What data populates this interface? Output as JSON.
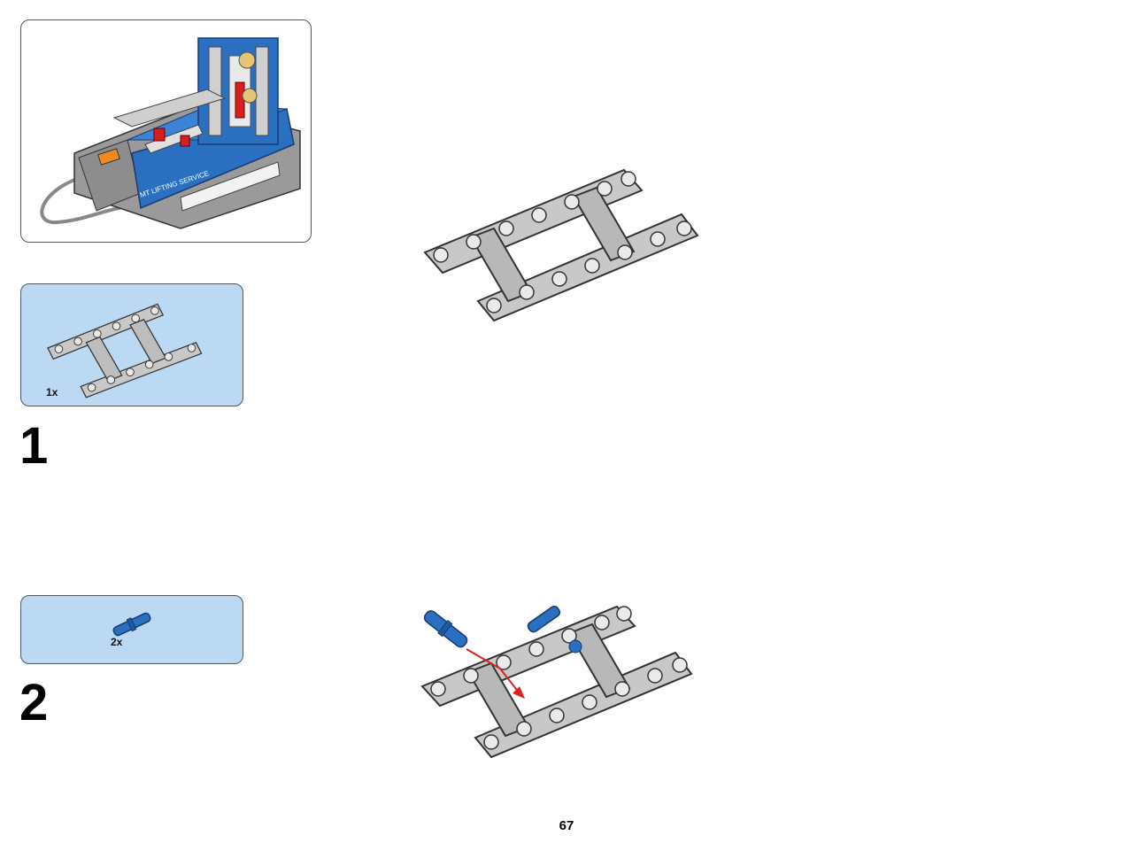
{
  "overview": {
    "decal_text": "MT LIFTING SERVICE"
  },
  "steps": [
    {
      "number": "1",
      "parts": [
        {
          "qty": "1x",
          "part": "frame"
        }
      ]
    },
    {
      "number": "2",
      "parts": [
        {
          "qty": "2x",
          "part": "blue-pin"
        }
      ]
    }
  ],
  "page_number": "67",
  "colors": {
    "callout_bg": "#bcd9f3",
    "brick_gray": "#c8c8c8",
    "brick_blue": "#2a6fc0",
    "arrow_red": "#e02020"
  }
}
